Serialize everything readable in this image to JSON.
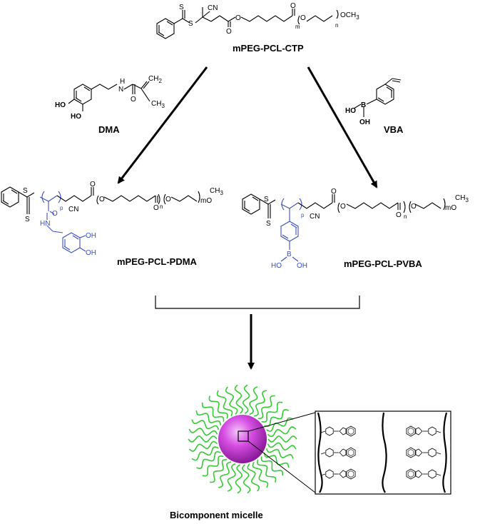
{
  "labels": {
    "top_polymer": "mPEG-PCL-CTP",
    "monomer_left": "DMA",
    "monomer_right": "VBA",
    "product_left": "mPEG-PCL-PDMA",
    "product_right": "mPEG-PCL-PVBA",
    "micelle": "Bicomponent  micelle"
  },
  "atoms": {
    "S": "S",
    "CN": "CN",
    "O": "O",
    "OCH3": "OCH",
    "CH3_sub": "3",
    "m": "m",
    "n": "n",
    "p": "p",
    "HO": "HO",
    "OH": "OH",
    "H": "H",
    "N": "N",
    "HN": "HN",
    "B": "B",
    "CH2": "CH",
    "sub2": "2",
    "CH3": "CH",
    "sub3": "3",
    "mO": "mO"
  },
  "colors": {
    "blue_block": "#3a4ec6",
    "micelle_core": "#cc33dd",
    "corona": "#33cc33"
  }
}
